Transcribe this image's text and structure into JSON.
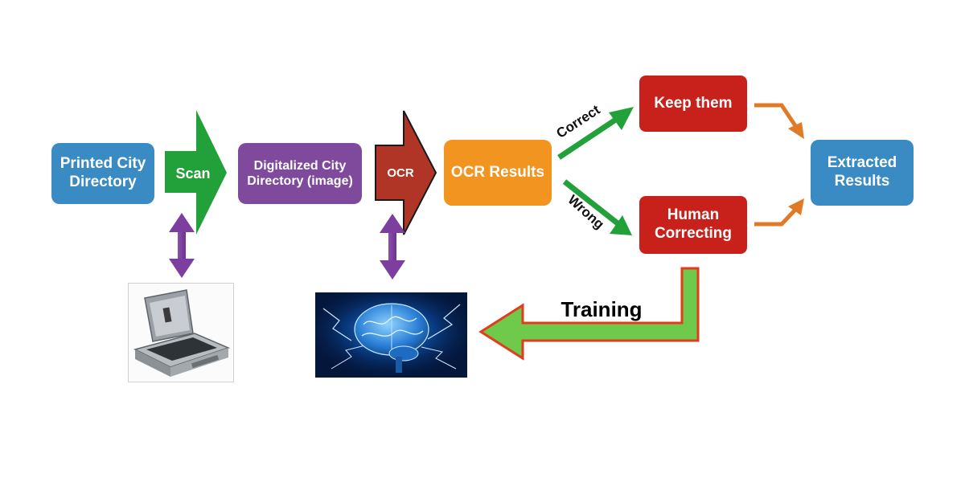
{
  "colors": {
    "blue": "#3a8ac4",
    "purple": "#7f4a9c",
    "orange": "#f19420",
    "red": "#c8201a",
    "green": "#22a03a",
    "dark_red_arrow": "#b03526",
    "orange_arrow": "#e07a27",
    "violet_arrow": "#7d3f9f",
    "training_green": "#6fc94a",
    "training_outline": "#e23b1d"
  },
  "nodes": {
    "printed": "Printed City\nDirectory",
    "digital": "Digitalized City\nDirectory (image)",
    "ocr_results": "OCR Results",
    "keep": "Keep them",
    "human": "Human\nCorrecting",
    "extracted": "Extracted\nResults"
  },
  "arrows": {
    "scan": "Scan",
    "ocr": "OCR",
    "correct": "Correct",
    "wrong": "Wrong",
    "training": "Training"
  },
  "images": {
    "scanner": "scanner-icon",
    "brain": "brain-icon"
  }
}
